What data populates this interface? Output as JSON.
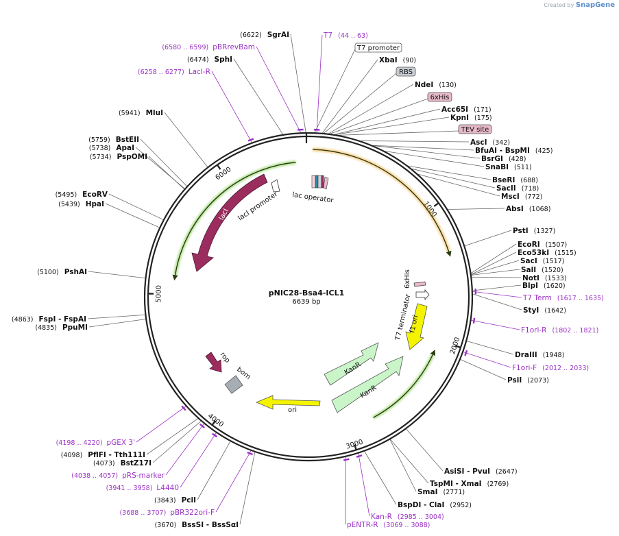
{
  "brand": {
    "created_by": "Created by",
    "name": "SnapGene"
  },
  "plasmid": {
    "name": "pNIC28-Bsa4-ICL1",
    "length_label": "6639 bp",
    "length": 6639
  },
  "ticks": [
    {
      "label": "1000",
      "pos": 1000
    },
    {
      "label": "2000",
      "pos": 2000
    },
    {
      "label": "3000",
      "pos": 3000
    },
    {
      "label": "4000",
      "pos": 4000
    },
    {
      "label": "5000",
      "pos": 5000
    },
    {
      "label": "6000",
      "pos": 6000
    }
  ],
  "sites": [
    {
      "name": "SgrAI",
      "pos": "(6622)",
      "at": 6622
    },
    {
      "name": "XbaI",
      "pos": "(90)",
      "at": 90
    },
    {
      "name": "NdeI",
      "pos": "(130)",
      "at": 130
    },
    {
      "name": "Acc65I",
      "pos": "(171)",
      "at": 171
    },
    {
      "name": "KpnI",
      "pos": "(175)",
      "at": 175
    },
    {
      "name": "AscI",
      "pos": "(342)",
      "at": 342
    },
    {
      "name": "BfuAI  -  BspMI",
      "pos": "(425)",
      "at": 425
    },
    {
      "name": "BsrGI",
      "pos": "(428)",
      "at": 428
    },
    {
      "name": "SnaBI",
      "pos": "(511)",
      "at": 511
    },
    {
      "name": "BseRI",
      "pos": "(688)",
      "at": 688
    },
    {
      "name": "SacII",
      "pos": "(718)",
      "at": 718
    },
    {
      "name": "MscI",
      "pos": "(772)",
      "at": 772
    },
    {
      "name": "AbsI",
      "pos": "(1068)",
      "at": 1068
    },
    {
      "name": "PstI",
      "pos": "(1327)",
      "at": 1327
    },
    {
      "name": "EcoRI",
      "pos": "(1507)",
      "at": 1507
    },
    {
      "name": "Eco53kI",
      "pos": "(1515)",
      "at": 1515
    },
    {
      "name": "SacI",
      "pos": "(1517)",
      "at": 1517
    },
    {
      "name": "SalI",
      "pos": "(1520)",
      "at": 1520
    },
    {
      "name": "NotI",
      "pos": "(1533)",
      "at": 1533
    },
    {
      "name": "BlpI",
      "pos": "(1620)",
      "at": 1620
    },
    {
      "name": "StyI",
      "pos": "(1642)",
      "at": 1642
    },
    {
      "name": "DraIII",
      "pos": "(1948)",
      "at": 1948
    },
    {
      "name": "PsiI",
      "pos": "(2073)",
      "at": 2073
    },
    {
      "name": "AsiSI  -  PvuI",
      "pos": "(2647)",
      "at": 2647
    },
    {
      "name": "TspMI  -  XmaI",
      "pos": "(2769)",
      "at": 2769
    },
    {
      "name": "SmaI",
      "pos": "(2771)",
      "at": 2771
    },
    {
      "name": "BspDI  -  ClaI",
      "pos": "(2952)",
      "at": 2952
    },
    {
      "name": "BssSI  -  BssSαI",
      "pos": "(3670)",
      "at": 3670
    },
    {
      "name": "PciI",
      "pos": "(3843)",
      "at": 3843
    },
    {
      "name": "BstZ17I",
      "pos": "(4073)",
      "at": 4073
    },
    {
      "name": "PflFI  -  Tth111I",
      "pos": "(4098)",
      "at": 4098
    },
    {
      "name": "PpuMI",
      "pos": "(4835)",
      "at": 4835
    },
    {
      "name": "FspI  -  FspAI",
      "pos": "(4863)",
      "at": 4863
    },
    {
      "name": "PshAI",
      "pos": "(5100)",
      "at": 5100
    },
    {
      "name": "HpaI",
      "pos": "(5439)",
      "at": 5439
    },
    {
      "name": "EcoRV",
      "pos": "(5495)",
      "at": 5495
    },
    {
      "name": "PspOMI",
      "pos": "(5734)",
      "at": 5734
    },
    {
      "name": "ApaI",
      "pos": "(5738)",
      "at": 5738
    },
    {
      "name": "BstEII",
      "pos": "(5759)",
      "at": 5759
    },
    {
      "name": "MluI",
      "pos": "(5941)",
      "at": 5941
    },
    {
      "name": "SphI",
      "pos": "(6474)",
      "at": 6474
    }
  ],
  "primers": [
    {
      "name": "T7",
      "range": "(44 .. 63)",
      "at": 53
    },
    {
      "name": "T7 Term",
      "range": "(1617 .. 1635)",
      "at": 1626
    },
    {
      "name": "F1ori-R",
      "range": "(1802 .. 1821)",
      "at": 1811
    },
    {
      "name": "F1ori-F",
      "range": "(2012 .. 2033)",
      "at": 2022
    },
    {
      "name": "Kan-R",
      "range": "(2985 .. 3004)",
      "at": 2994
    },
    {
      "name": "pENTR-R",
      "range": "(3069 .. 3088)",
      "at": 3078
    },
    {
      "name": "pBR322ori-F",
      "range": "(3688 .. 3707)",
      "at": 3697
    },
    {
      "name": "L4440",
      "range": "(3941 .. 3958)",
      "at": 3949
    },
    {
      "name": "pRS-marker",
      "range": "(4038 .. 4057)",
      "at": 4047
    },
    {
      "name": "pGEX 3'",
      "range": "(4198 .. 4220)",
      "at": 4209
    },
    {
      "name": "LacI-R",
      "range": "(6258 .. 6277)",
      "at": 6267
    },
    {
      "name": "pBRrevBam",
      "range": "(6580 .. 6599)",
      "at": 6589
    }
  ],
  "boxed_features": [
    {
      "name": "T7 promoter",
      "at": 40,
      "color": "#ffffff"
    },
    {
      "name": "RBS",
      "at": 100,
      "color": "#c7ccd3"
    },
    {
      "name": "6xHis",
      "at": 140,
      "color": "#e6b8c8"
    },
    {
      "name": "TEV site",
      "at": 200,
      "color": "#e6b8c8"
    }
  ],
  "features": {
    "lacI": "lacI",
    "lacI_promoter": "lacI promoter",
    "lac_operator": "lac operator",
    "his_tag": "6xHis",
    "t7_terminator": "T7 terminator",
    "f1_ori": "f1 ori",
    "kanr_1": "KanR",
    "kanr_2": "KanR",
    "ori": "ori",
    "rop": "rop",
    "bom": "bom"
  },
  "colors": {
    "lacI": "#9b2d5e",
    "f1_ori": "#f4f400",
    "ori": "#f4f400",
    "kanr": "#c9f5c9",
    "rop": "#9b2d5e",
    "bom": "#a7adb4",
    "orf_orange": "#f5b34a",
    "orf_green": "#7fcf4a",
    "primer": "#9b30c6"
  }
}
